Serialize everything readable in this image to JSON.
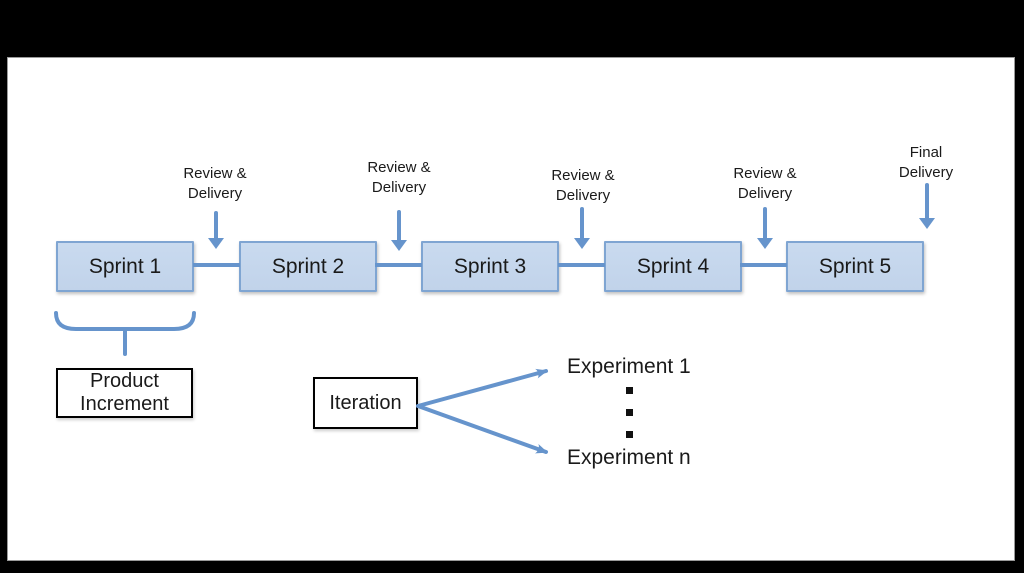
{
  "colors": {
    "frame_bg": "#000000",
    "slide_bg": "#ffffff",
    "box_fill": "#c9daef",
    "box_border": "#7fa5d2",
    "line_blue": "#6694cc",
    "ink": "#1a1a1a"
  },
  "diagram": {
    "sprints": [
      {
        "label": "Sprint 1"
      },
      {
        "label": "Sprint 2"
      },
      {
        "label": "Sprint 3"
      },
      {
        "label": "Sprint 4"
      },
      {
        "label": "Sprint 5"
      }
    ],
    "review_labels": [
      {
        "line1": "Review &",
        "line2": "Delivery"
      },
      {
        "line1": "Review &",
        "line2": "Delivery"
      },
      {
        "line1": "Review &",
        "line2": "Delivery"
      },
      {
        "line1": "Review &",
        "line2": "Delivery"
      }
    ],
    "final_delivery": {
      "line1": "Final",
      "line2": "Delivery"
    },
    "product_increment": {
      "line1": "Product",
      "line2": "Increment"
    },
    "iteration_label": "Iteration",
    "experiment_first": "Experiment 1",
    "experiment_last": "Experiment n"
  }
}
